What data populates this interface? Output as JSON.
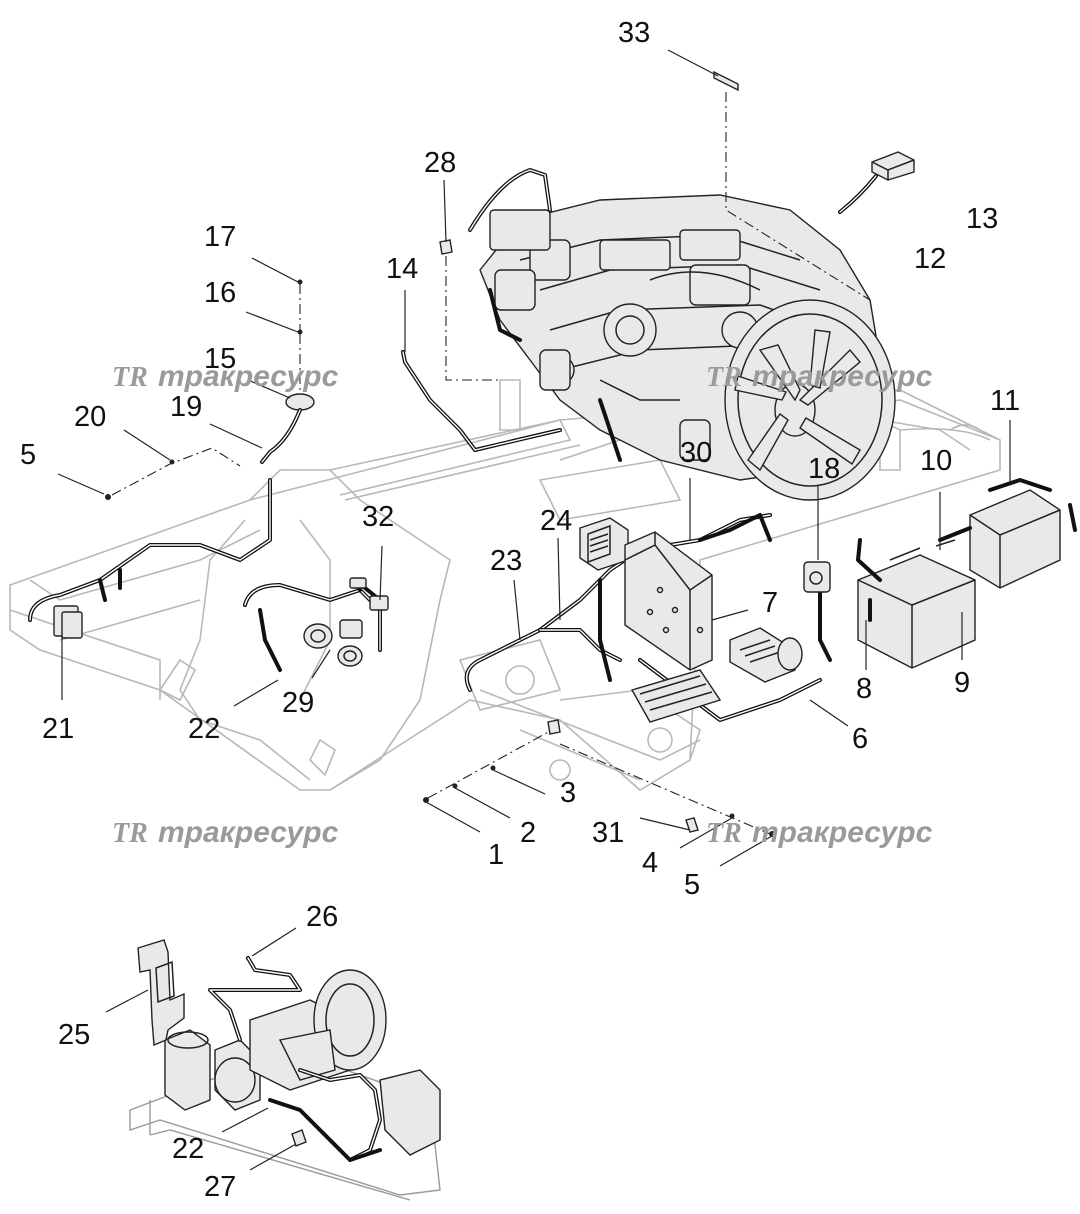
{
  "watermark": {
    "logo": "TR",
    "text": "тракресурс"
  },
  "callouts": [
    {
      "id": "c33a",
      "label": "33"
    },
    {
      "id": "c28",
      "label": "28"
    },
    {
      "id": "c13",
      "label": "13"
    },
    {
      "id": "c12",
      "label": "12"
    },
    {
      "id": "c17",
      "label": "17"
    },
    {
      "id": "c14",
      "label": "14"
    },
    {
      "id": "c16",
      "label": "16"
    },
    {
      "id": "c15",
      "label": "15"
    },
    {
      "id": "c20",
      "label": "20"
    },
    {
      "id": "c19",
      "label": "19"
    },
    {
      "id": "c5a",
      "label": "5"
    },
    {
      "id": "c11",
      "label": "11"
    },
    {
      "id": "c30",
      "label": "30"
    },
    {
      "id": "c10",
      "label": "10"
    },
    {
      "id": "c18",
      "label": "18"
    },
    {
      "id": "c32",
      "label": "32"
    },
    {
      "id": "c24",
      "label": "24"
    },
    {
      "id": "c23",
      "label": "23"
    },
    {
      "id": "c7",
      "label": "7"
    },
    {
      "id": "c8",
      "label": "8"
    },
    {
      "id": "c9",
      "label": "9"
    },
    {
      "id": "c29",
      "label": "29"
    },
    {
      "id": "c21",
      "label": "21"
    },
    {
      "id": "c22a",
      "label": "22"
    },
    {
      "id": "c6",
      "label": "6"
    },
    {
      "id": "c3",
      "label": "3"
    },
    {
      "id": "c2",
      "label": "2"
    },
    {
      "id": "c31",
      "label": "31"
    },
    {
      "id": "c1",
      "label": "1"
    },
    {
      "id": "c4",
      "label": "4"
    },
    {
      "id": "c5b",
      "label": "5"
    },
    {
      "id": "c26",
      "label": "26"
    },
    {
      "id": "c25",
      "label": "25"
    },
    {
      "id": "c22b",
      "label": "22"
    },
    {
      "id": "c27",
      "label": "27"
    }
  ]
}
